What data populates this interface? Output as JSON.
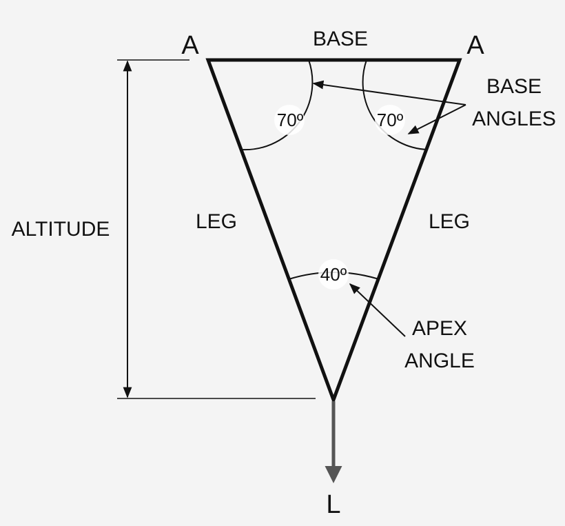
{
  "labels": {
    "vertex_left": "A",
    "vertex_right": "A",
    "base": "BASE",
    "altitude": "ALTITUDE",
    "leg_left": "LEG",
    "leg_right": "LEG",
    "base_angles_line1": "BASE",
    "base_angles_line2": "ANGLES",
    "apex_angle_line1": "APEX",
    "apex_angle_line2": "ANGLE",
    "load": "L"
  },
  "angles": {
    "base_left": "70º",
    "base_right": "70º",
    "apex": "40º"
  },
  "colors": {
    "background": "#f4f4f4",
    "stroke": "#111111",
    "load_arrow": "#555555",
    "angle_label_bg": "#ffffff"
  }
}
